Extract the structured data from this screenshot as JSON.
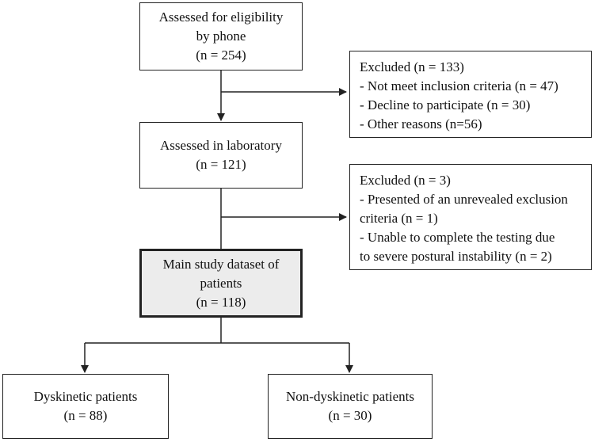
{
  "boxes": {
    "eligibility": {
      "lines": [
        "Assessed for eligibility",
        "by phone",
        "(n = 254)"
      ]
    },
    "excluded1": {
      "lines": [
        "Excluded (n = 133)",
        "- Not meet inclusion criteria (n = 47)",
        "- Decline to participate (n = 30)",
        "- Other reasons (n=56)"
      ]
    },
    "laboratory": {
      "lines": [
        "Assessed in laboratory",
        "(n = 121)"
      ]
    },
    "excluded2": {
      "lines": [
        "Excluded (n = 3)",
        "- Presented of an unrevealed exclusion",
        "criteria (n = 1)",
        "- Unable to complete the testing due",
        "to severe postural instability (n = 2)"
      ]
    },
    "main": {
      "lines": [
        "Main study dataset of",
        "patients",
        "(n = 118)"
      ]
    },
    "dyskinetic": {
      "lines": [
        "Dyskinetic patients",
        "(n = 88)"
      ]
    },
    "nondyskinetic": {
      "lines": [
        "Non-dyskinetic patients",
        "(n = 30)"
      ]
    }
  }
}
